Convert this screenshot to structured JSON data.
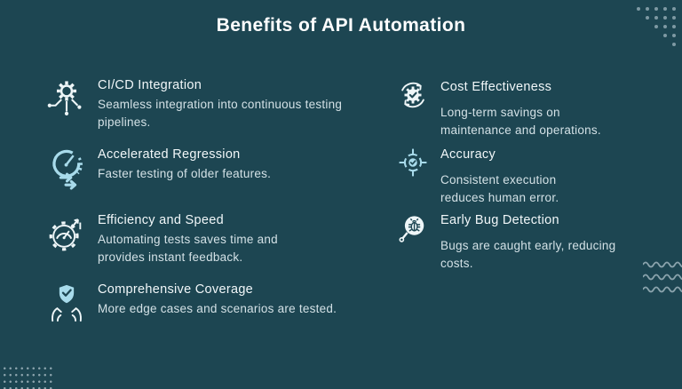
{
  "title": "Benefits of API Automation",
  "columns": {
    "left": [
      {
        "icon": "cicd-integration-icon",
        "title": "CI/CD Integration",
        "description": "Seamless integration into continuous testing\npipelines."
      },
      {
        "icon": "accelerated-regression-icon",
        "title": "Accelerated Regression",
        "description": "Faster testing of older features."
      },
      {
        "icon": "efficiency-and-speed-icon",
        "title": "Efficiency and Speed",
        "description": "Automating tests saves time and\nprovides instant feedback."
      },
      {
        "icon": "comprehensive-coverage-icon",
        "title": "Comprehensive Coverage",
        "description": "More edge cases and scenarios are tested."
      }
    ],
    "right": [
      {
        "icon": "cost-effectiveness-icon",
        "title": "Cost Effectiveness",
        "description": "Long-term savings on\nmaintenance and operations."
      },
      {
        "icon": "accuracy-icon",
        "title": "Accuracy",
        "description": "Consistent execution\nreduces human error."
      },
      {
        "icon": "early-bug-detection-icon",
        "title": "Early Bug Detection",
        "description": "Bugs are caught early, reducing\ncosts."
      }
    ]
  },
  "colors": {
    "background": "#1d4652",
    "title_text": "#ffffff",
    "item_title_text": "#f1f7f9",
    "description_text": "#d3e1e6",
    "icon_white": "#eef6f8",
    "icon_accent": "#a8dbeb",
    "decor": "#7e99a3"
  }
}
